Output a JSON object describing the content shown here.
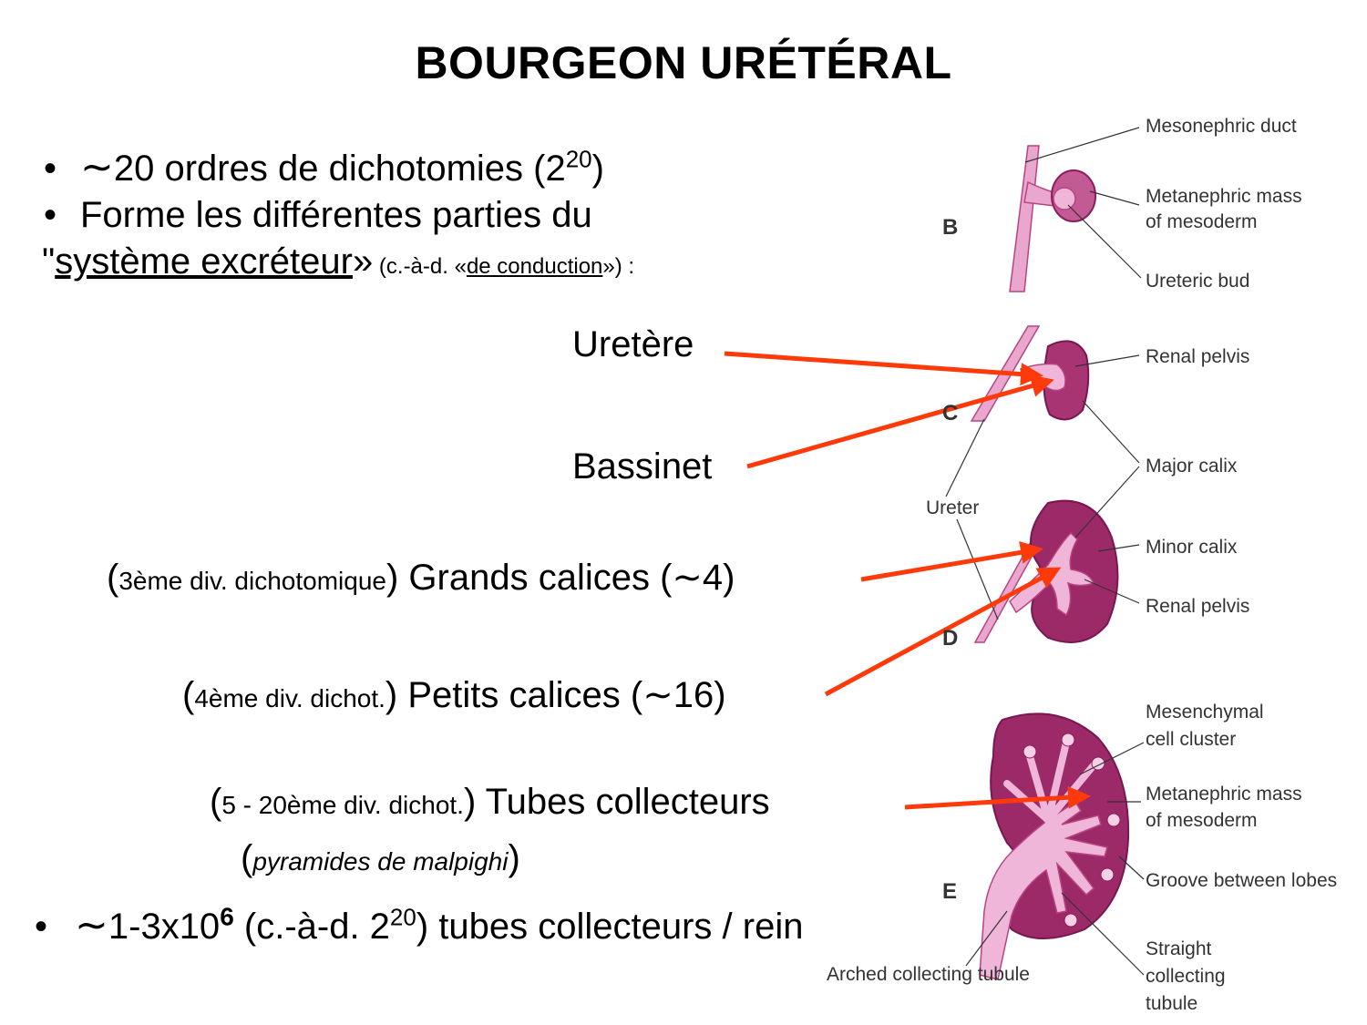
{
  "slide": {
    "title": "BOURGEON URÉTÉRAL",
    "bullet1": {
      "symbol": "∼",
      "text": "20 ordres de dichotomies (2",
      "sup": "20",
      "close": ")"
    },
    "bullet2": {
      "text": "Forme les différentes parties du"
    },
    "line3": {
      "open": "\"",
      "underlined": "système excréteur",
      "close": "»",
      "small_pre": " (c.-à-d. «",
      "small_ul": "de conduction",
      "small_post": "») :"
    },
    "labels": {
      "uretere": "Uretère",
      "bassinet": "Bassinet",
      "grands": {
        "open": "(",
        "small": "3ème div. dichotomique",
        "rest": ") Grands calices (∼4)"
      },
      "petits": {
        "open": "(",
        "small": "4ème div. dichot.",
        "rest": ") Petits calices (∼16)"
      },
      "tubes": {
        "open": "(",
        "small": "5 - 20ème div. dichot.",
        "rest": ") Tubes collecteurs"
      },
      "pyramides": {
        "open": "(",
        "italic": "pyramides de malpighi",
        "close": ")"
      }
    },
    "bullet_last": {
      "symbol": "∼",
      "text1": "1-3x10",
      "sup_bold": "6",
      "text2": " (c.-à-d. 2",
      "sup": "20",
      "text3": ") tubes collecteurs / rein"
    }
  },
  "diagram": {
    "letters": [
      "B",
      "C",
      "D",
      "E"
    ],
    "labels": {
      "mesonephric_duct": "Mesonephric duct",
      "metanephric_mass_1": "Metanephric mass",
      "of_mesoderm_1": "of mesoderm",
      "ureteric_bud": "Ureteric bud",
      "renal_pelvis_1": "Renal pelvis",
      "major_calix": "Major calix",
      "ureter": "Ureter",
      "minor_calix": "Minor calix",
      "renal_pelvis_2": "Renal pelvis",
      "mesenchymal": "Mesenchymal",
      "cell_cluster": "cell cluster",
      "metanephric_mass_2": "Metanephric mass",
      "of_mesoderm_2": "of mesoderm",
      "groove": "Groove between lobes",
      "straight": "Straight",
      "collecting": "collecting",
      "tubule": "tubule",
      "arched": "Arched collecting tubule"
    }
  },
  "colors": {
    "arrow": "#ff3a0a",
    "tissue_light": "#e9a6cf",
    "tissue_dark": "#b8457f",
    "tissue_deep": "#8c1d5a"
  }
}
